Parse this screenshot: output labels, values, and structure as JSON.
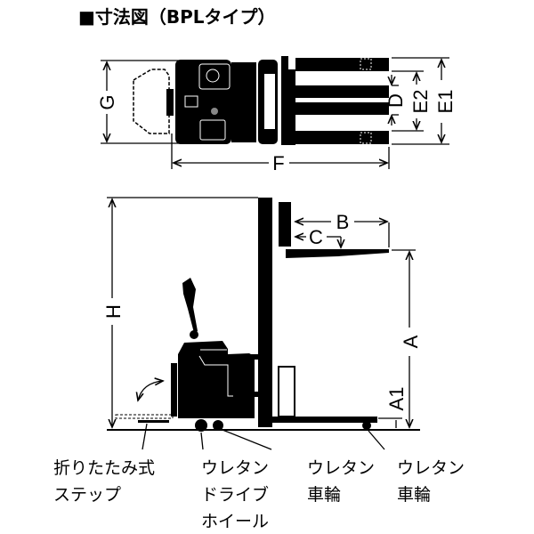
{
  "title": "■寸法図（BPLタイプ）",
  "dimensions": {
    "G": "G",
    "F": "F",
    "D": "D",
    "E2": "E2",
    "E1": "E1",
    "H": "H",
    "B": "B",
    "C": "C",
    "A": "A",
    "A1": "A1"
  },
  "callouts": {
    "step": [
      "折りたたみ式",
      "ステップ"
    ],
    "drive_wheel": [
      "ウレタン",
      "ドライブ",
      "ホイール"
    ],
    "load_wheel_1": [
      "ウレタン",
      "車輪"
    ],
    "load_wheel_2": [
      "ウレタン",
      "車輪"
    ]
  },
  "colors": {
    "ink": "#000000",
    "background": "#ffffff"
  }
}
